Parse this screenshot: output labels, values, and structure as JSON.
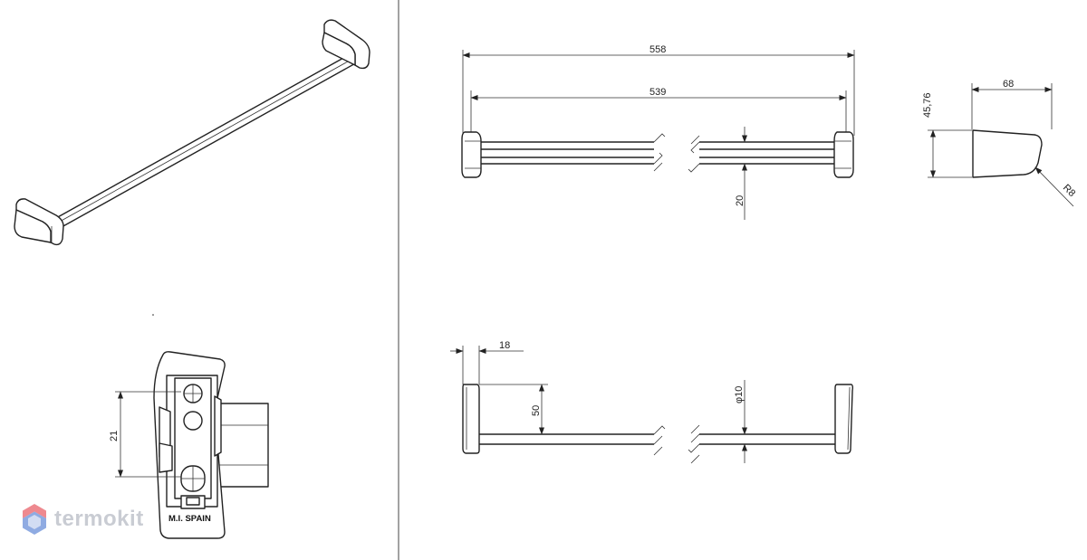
{
  "dimensions": {
    "overall_length": "558",
    "inner_length": "539",
    "bar_height": "20",
    "bracket_height": "45,76",
    "bracket_depth": "68",
    "corner_radius": "R8",
    "plate_thickness": "18",
    "wall_offset": "50",
    "bar_diameter": "φ10",
    "screw_spacing": "21"
  },
  "stamp": {
    "text": "M.I. SPAIN"
  },
  "watermark": {
    "text": "termokit",
    "icon": "hexagon-logo-icon",
    "color": "#c9ccd3"
  },
  "colors": {
    "line": "#222222",
    "accent_red": "#e8616a",
    "accent_blue": "#6a8fd8"
  }
}
